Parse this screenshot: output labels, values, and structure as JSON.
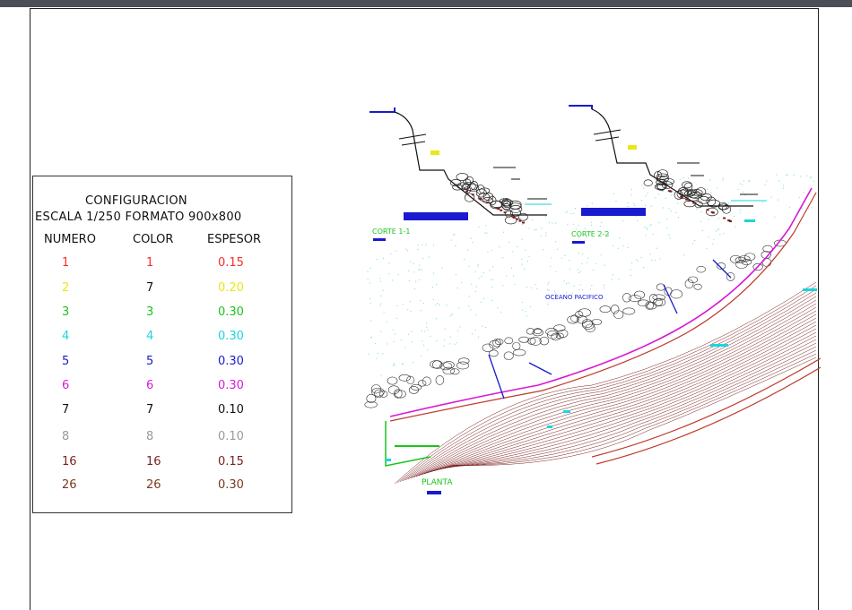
{
  "legend": {
    "title": "CONFIGURACION",
    "subtitle": "ESCALA  1/250    FORMATO  900x800",
    "headers": {
      "numero": "NUMERO",
      "color": "COLOR",
      "espesor": "ESPESOR"
    },
    "rows": [
      {
        "numero": "1",
        "color": "1",
        "espesor": "0.15",
        "hex": "#ff2a2a",
        "color_hex": "#ff2a2a"
      },
      {
        "numero": "2",
        "color": "7",
        "espesor": "0.20",
        "hex": "#e8e817",
        "color_hex": "#111111"
      },
      {
        "numero": "3",
        "color": "3",
        "espesor": "0.30",
        "hex": "#19c41b",
        "color_hex": "#19c41b"
      },
      {
        "numero": "4",
        "color": "4",
        "espesor": "0.30",
        "hex": "#1ad6df",
        "color_hex": "#1ad6df"
      },
      {
        "numero": "5",
        "color": "5",
        "espesor": "0.30",
        "hex": "#1a1acf",
        "color_hex": "#1a1acf"
      },
      {
        "numero": "6",
        "color": "6",
        "espesor": "0.30",
        "hex": "#d61ad6",
        "color_hex": "#d61ad6"
      },
      {
        "numero": "7",
        "color": "7",
        "espesor": "0.10",
        "hex": "#111111",
        "color_hex": "#111111"
      },
      {
        "numero": "8",
        "color": "8",
        "espesor": "0.10",
        "hex": "#9a9a9a",
        "color_hex": "#9a9a9a"
      },
      {
        "numero": "16",
        "color": "16",
        "espesor": "0.15",
        "hex": "#7a1f1f",
        "color_hex": "#7a1f1f"
      },
      {
        "numero": "26",
        "color": "26",
        "espesor": "0.30",
        "hex": "#7a3a1f",
        "color_hex": "#7a3a1f"
      }
    ]
  },
  "drawing": {
    "section1_label": "CORTE 1-1",
    "section2_label": "CORTE 2-2",
    "plan_label": "PLANTA",
    "ocean_label": "OCEANO    PACIFICO",
    "colors": {
      "label_green": "#19c41b",
      "ocean_dots": "#7fe0d0",
      "topo": "#7a1f1f",
      "road": "#c0392b",
      "blue": "#1a1acf",
      "magenta": "#d61ad6"
    }
  }
}
